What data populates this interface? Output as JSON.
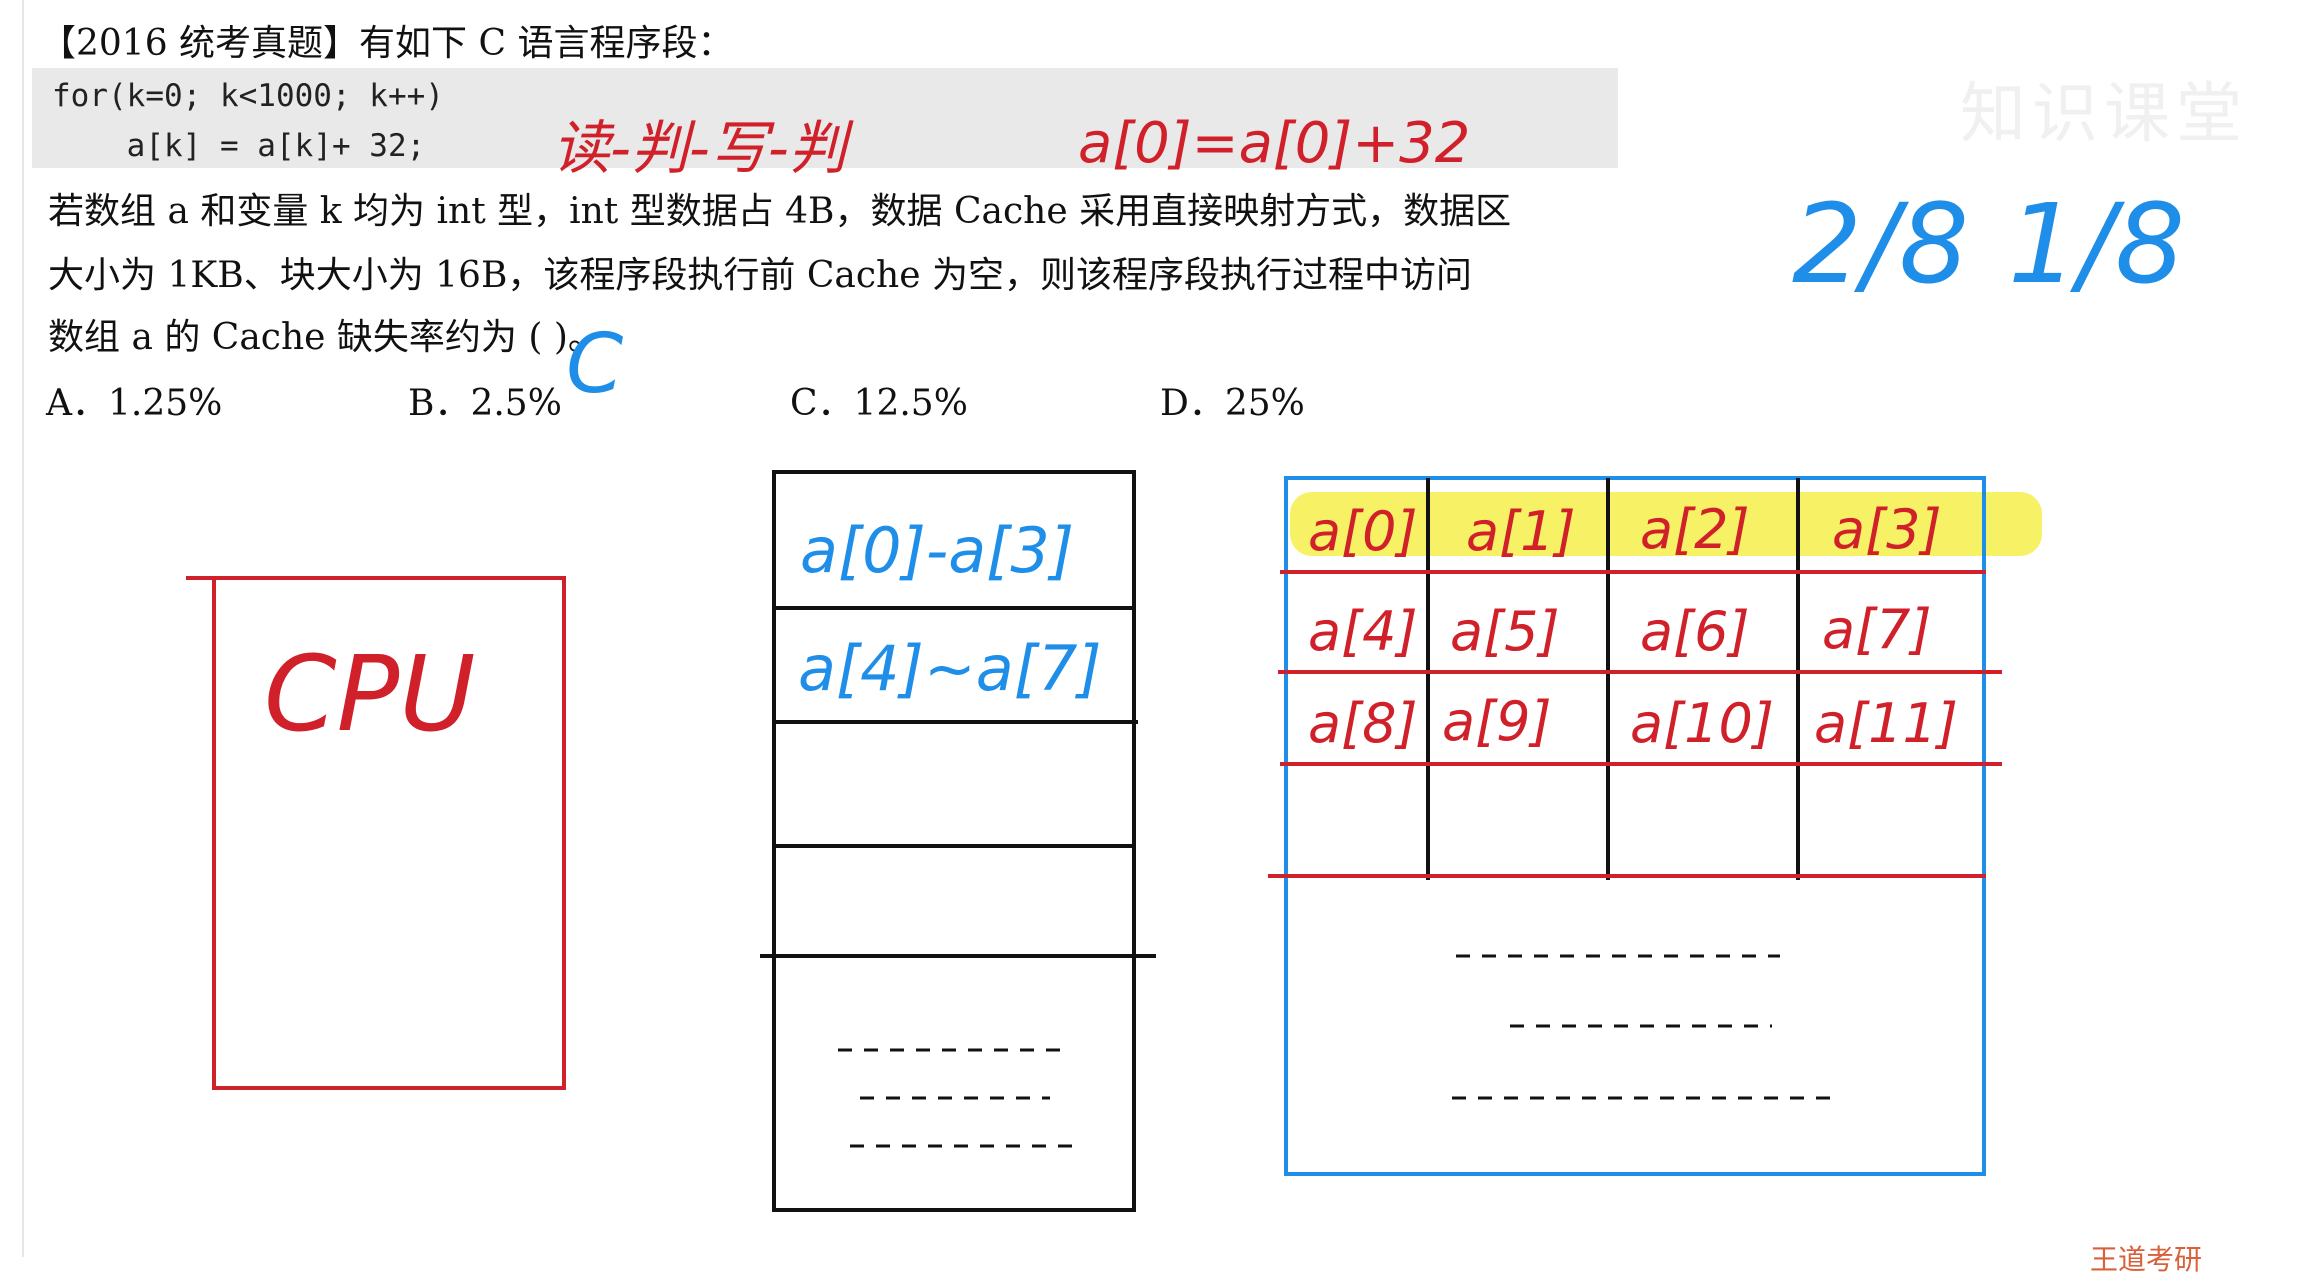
{
  "question": {
    "title": "【2016 统考真题】有如下 C 语言程序段：",
    "code_line1": "for(k=0; k<1000; k++)",
    "code_line2": "    a[k] = a[k]+ 32;",
    "para1": "若数组 a 和变量 k 均为 int 型，int 型数据占 4B，数据 Cache 采用直接映射方式，数据区",
    "para2": "大小为 1KB、块大小为 16B，该程序段执行前 Cache 为空，则该程序段执行过程中访问",
    "para3": "数组 a 的 Cache 缺失率约为 (  )。",
    "options": [
      "A．1.25%",
      "B．2.5%",
      "C．12.5%",
      "D．25%"
    ]
  },
  "annotations": {
    "read_write": "读-判-写-判",
    "formula": "a[0]=a[0]+32",
    "fraction_left": "2/8",
    "fraction_right": "1/8",
    "answer_mark": "C"
  },
  "cpu_box": {
    "label": "CPU"
  },
  "cache_box": {
    "lines": [
      "a[0]-a[3]",
      "a[4]~a[7]"
    ]
  },
  "memory_grid": {
    "rows": [
      [
        "a[0]",
        "a[1]",
        "a[2]",
        "a[3]"
      ],
      [
        "a[4]",
        "a[5]",
        "a[6]",
        "a[7]"
      ],
      [
        "a[8]",
        "a[9]",
        "a[10]",
        "a[11]"
      ]
    ]
  },
  "colors": {
    "red_ink": "#d0202a",
    "blue_ink": "#1e8ee8",
    "highlight": "#f4ef4a"
  },
  "watermark": "知识课堂",
  "footer_mark": "王道考研"
}
